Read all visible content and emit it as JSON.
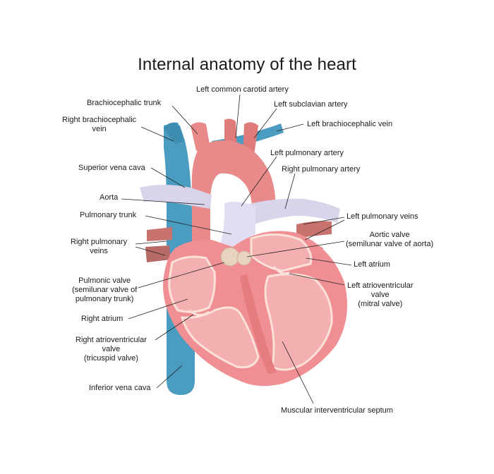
{
  "title": "Internal anatomy of the heart",
  "colors": {
    "vein_blue": "#4a9cc0",
    "artery_red": "#e07b7b",
    "pulmonary_lavender": "#d9d4ea",
    "myocardium_pink": "#f08f93",
    "chamber_interior": "#f4b0b0",
    "valve_tan": "#e8d3c0"
  },
  "labels": {
    "left_common_carotid": "Left common carotid artery",
    "brachiocephalic_trunk": "Brachiocephalic trunk",
    "left_subclavian": "Left subclavian artery",
    "right_brachiocephalic_vein": [
      "Right brachiocephalic",
      "vein"
    ],
    "left_brachiocephalic_vein": "Left brachiocephalic vein",
    "left_pulmonary_artery": "Left pulmonary artery",
    "superior_vena_cava": "Superior vena cava",
    "right_pulmonary_artery": "Right pulmonary artery",
    "aorta": "Aorta",
    "pulmonary_trunk": "Pulmonary trunk",
    "left_pulmonary_veins": "Left pulmonary veins",
    "right_pulmonary_veins": [
      "Right pulmonary",
      "veins"
    ],
    "aortic_valve": [
      "Aortic valve",
      "(semilunar valve of aorta)"
    ],
    "left_atrium": "Left atrium",
    "pulmonic_valve": [
      "Pulmonic valve",
      "(semilunar valve of",
      "pulmonary trunk)"
    ],
    "left_av_valve": [
      "Left atrioventricular",
      "valve",
      "(mitral valve)"
    ],
    "right_atrium": "Right atrium",
    "right_av_valve": [
      "Right atrioventricular",
      "valve",
      "(tricuspid valve)"
    ],
    "inferior_vena_cava": "Inferior vena cava",
    "muscular_septum": "Muscular interventricular septum"
  }
}
